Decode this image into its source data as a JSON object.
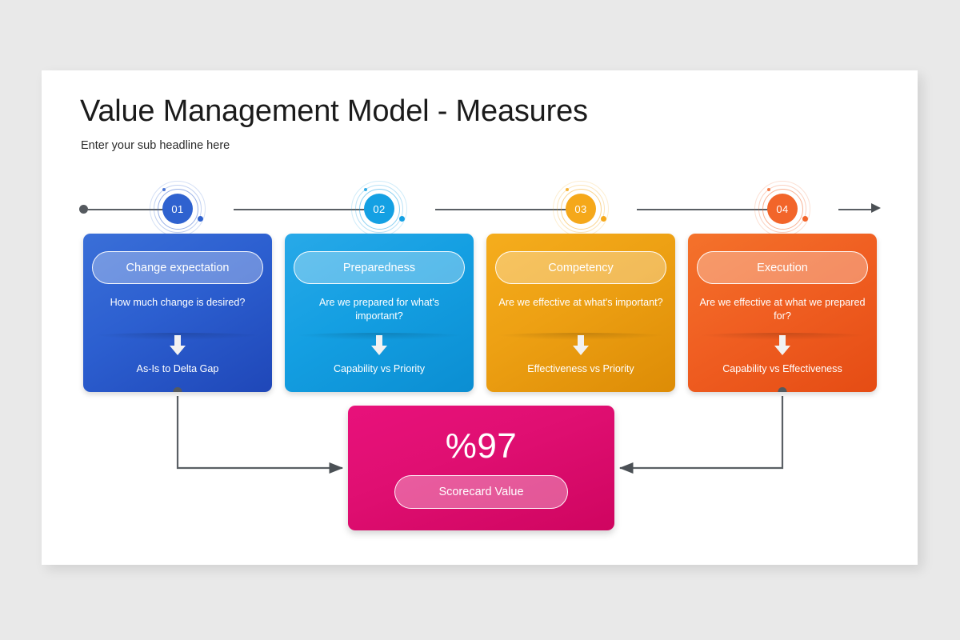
{
  "slide": {
    "title": "Value Management Model - Measures",
    "subtitle": "Enter your sub headline here"
  },
  "timeline": {
    "markers": [
      {
        "number": "01",
        "color": "#2f62cf"
      },
      {
        "number": "02",
        "color": "#14a0e3"
      },
      {
        "number": "03",
        "color": "#f5a81a"
      },
      {
        "number": "04",
        "color": "#f2652a"
      }
    ]
  },
  "cards": [
    {
      "heading": "Change expectation",
      "question": "How much change is desired?",
      "outcome": "As-Is to Delta Gap",
      "color": "#2c5fd0",
      "arrow_icon": "arrow-down-icon"
    },
    {
      "heading": "Preparedness",
      "question": "Are we prepared for what's important?",
      "outcome": "Capability vs Priority",
      "color": "#149fe2",
      "arrow_icon": "arrow-down-icon"
    },
    {
      "heading": "Competency",
      "question": "Are we effective at what's important?",
      "outcome": "Effectiveness vs Priority",
      "color": "#eda013",
      "arrow_icon": "arrow-down-icon"
    },
    {
      "heading": "Execution",
      "question": "Are we effective at what we prepared for?",
      "outcome": "Capability vs Effectiveness",
      "color": "#f05f22",
      "arrow_icon": "arrow-down-icon"
    }
  ],
  "scorecard": {
    "value": "%97",
    "label": "Scorecard Value",
    "color": "#e00f72"
  }
}
